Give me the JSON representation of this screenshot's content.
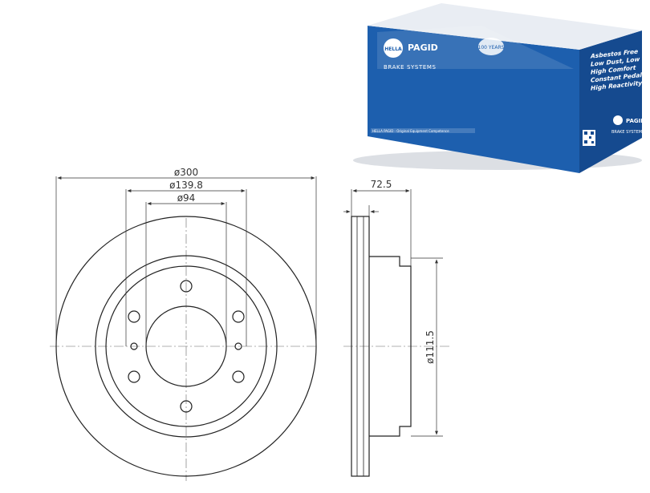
{
  "drawing": {
    "front": {
      "dim_outer": "ø300",
      "dim_pcd": "ø139.8",
      "dim_center": "ø94"
    },
    "side": {
      "dim_height": "72.5",
      "dim_thickness": "",
      "dim_hub": "ø111.5"
    }
  },
  "box": {
    "logo": "HELLA",
    "brand": "PAGID",
    "subtitle": "BRAKE SYSTEMS",
    "seal": "100 YEARS",
    "features": [
      "Asbestos Free",
      "Low Dust, Low Wear",
      "High Comfort",
      "Constant Pedal Feel",
      "High Reactivity"
    ],
    "footer": "HELLA PAGID - Original Equipment Competence",
    "side_brand": "PAGID",
    "side_subtitle": "BRAKE SYSTEMS",
    "colors": {
      "blue": "#1d5fae",
      "dark_blue": "#154a8f",
      "text": "#ffffff"
    }
  }
}
